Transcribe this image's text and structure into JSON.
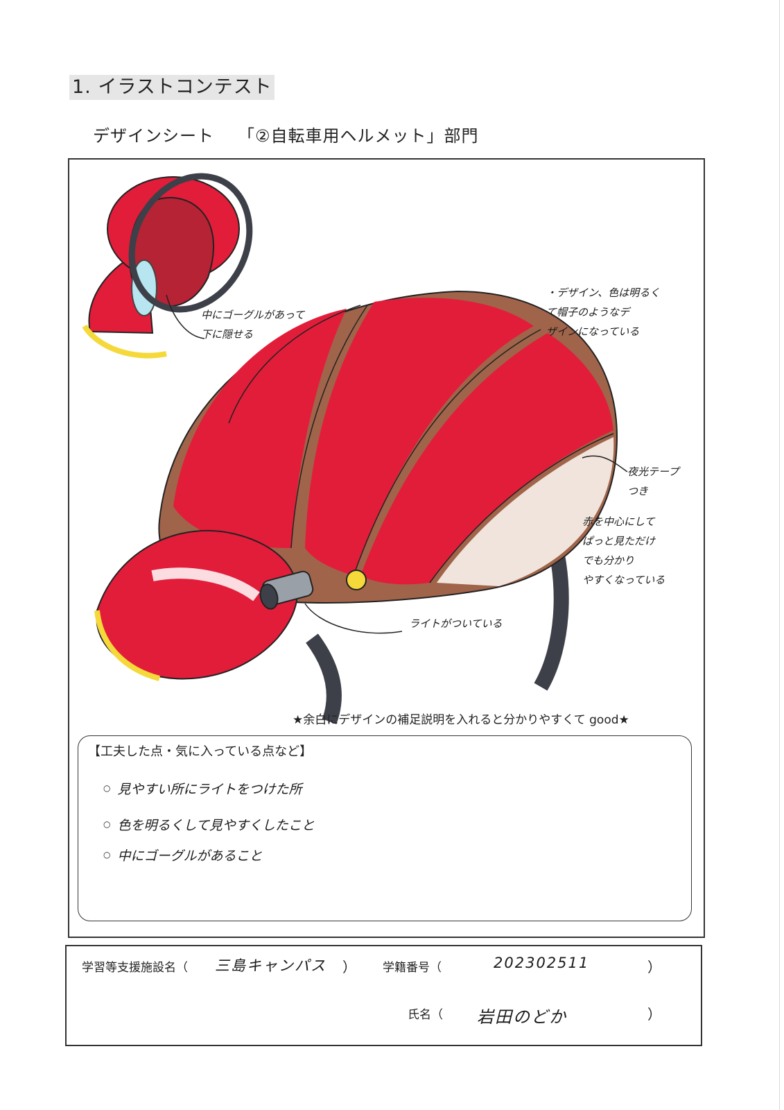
{
  "header": {
    "section_title": "1. イラストコンテスト",
    "sheet_label": "デザインシート",
    "category": "「②自転車用ヘルメット」部門"
  },
  "annotations": {
    "goggle_note": "中にゴーグルがあって\n下に隠せる",
    "design_note": "・デザイン、色は明るく\nて帽子のようなデ\nザインになっている",
    "reflective_note": "夜光テープ\nつき",
    "color_note": "赤を中心にして\nぱっと見ただけ\nでも分かり\nやすくなっている",
    "light_note": "ライトがついている"
  },
  "hint": "★余白にデザインの補足説明を入れると分かりやすくて good★",
  "ideas": {
    "heading": "【工夫した点・気に入っている点など】",
    "items": [
      "見やすい所にライトをつけた所",
      "色を明るくして見やすくしたこと",
      "中にゴーグルがあること"
    ]
  },
  "info": {
    "facility_label": "学習等支援施設名（",
    "facility_value": "三島キャンパス",
    "student_id_label": "学籍番号（",
    "student_id_value": "202302511",
    "name_label": "氏名（",
    "name_value": "岩田のどか",
    "close_paren": "）"
  },
  "colors": {
    "helmet_red": "#e21d3a",
    "helmet_brown": "#a0644a",
    "strap_gray": "#3d4049",
    "accent_yellow": "#f5d93a",
    "goggle_blue": "#b8e6f0"
  }
}
